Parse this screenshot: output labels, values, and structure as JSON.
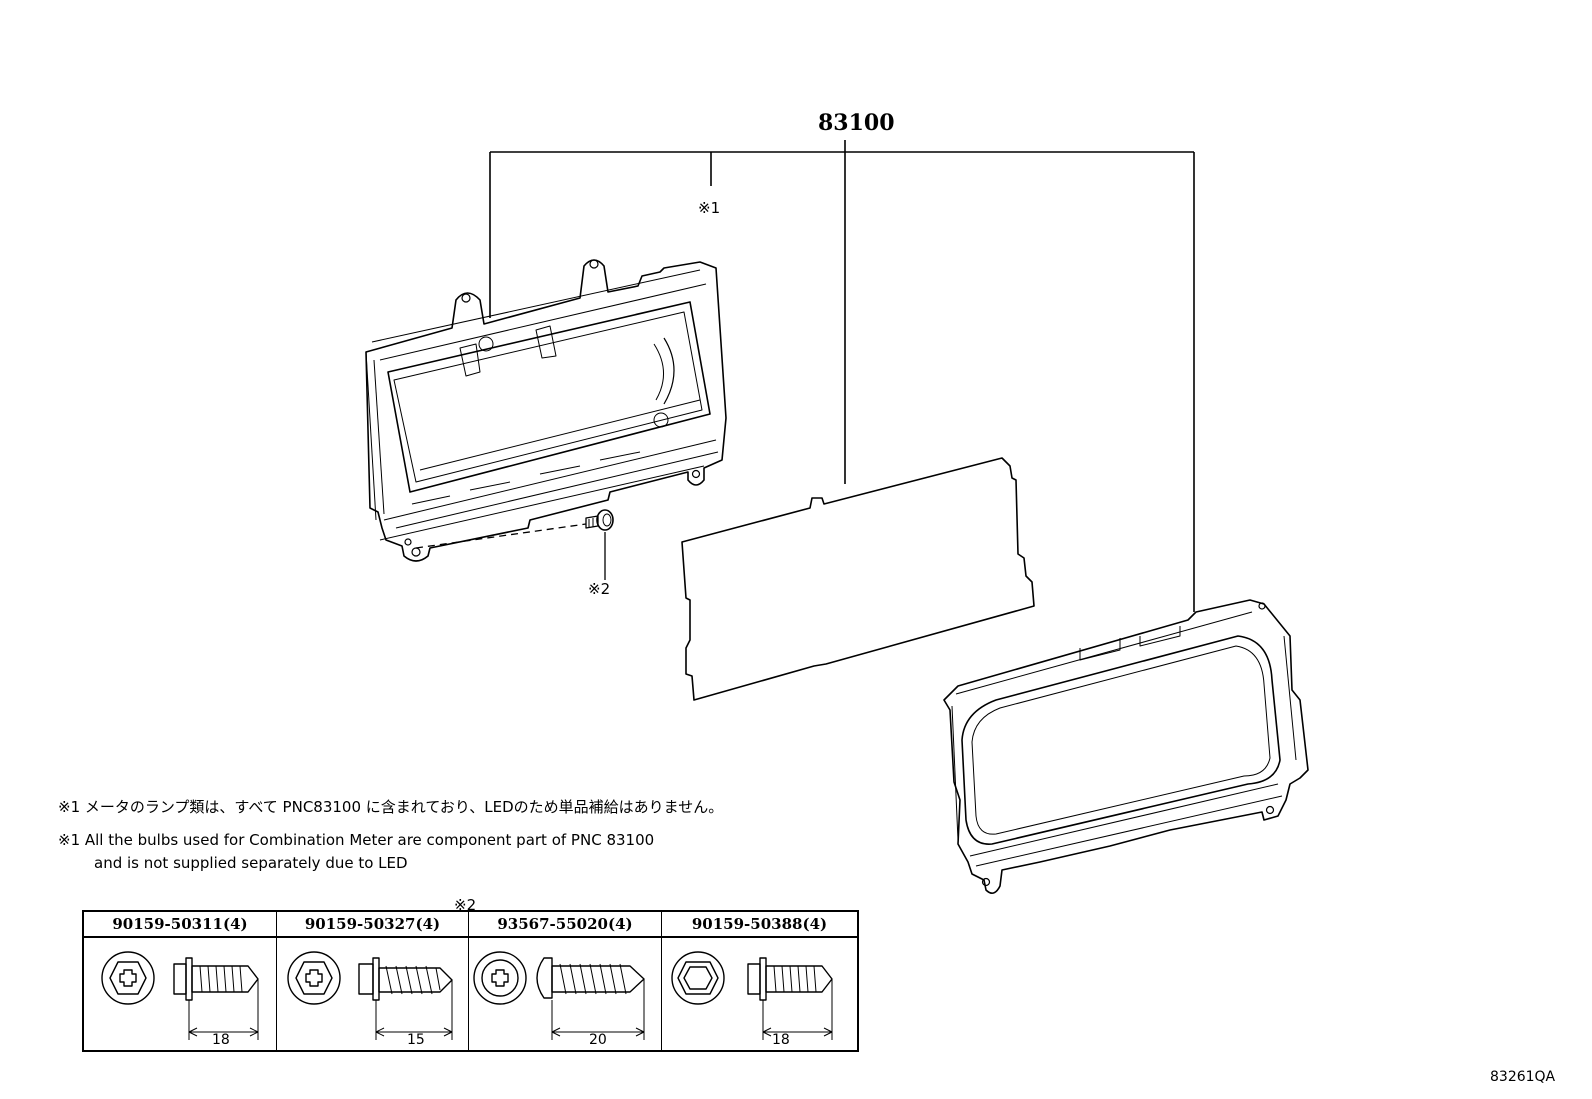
{
  "parts": {
    "main_pnc": "83100",
    "ref_1": "※1",
    "ref_2": "※2",
    "fastener_ref": "※2"
  },
  "notes": {
    "jp": "※1 メータのランプ類は、すべて PNC83100 に含まれており、LEDのため単品補給はありません。",
    "en_line1": "※1 All the bulbs used for Combination Meter are component part of PNC 83100",
    "en_line2": "and is not supplied separately due to LED"
  },
  "fasteners": [
    {
      "part_no": "90159-50311(4)",
      "length": "18",
      "head": "hex-phillips",
      "thread": "self-tapping"
    },
    {
      "part_no": "90159-50327(4)",
      "length": "15",
      "head": "hex-phillips",
      "thread": "coarse-tapping"
    },
    {
      "part_no": "93567-55020(4)",
      "length": "20",
      "head": "pan-phillips",
      "thread": "coarse-tapping"
    },
    {
      "part_no": "90159-50388(4)",
      "length": "18",
      "head": "hex",
      "thread": "self-tapping"
    }
  ],
  "illustration_code": "83261QA"
}
